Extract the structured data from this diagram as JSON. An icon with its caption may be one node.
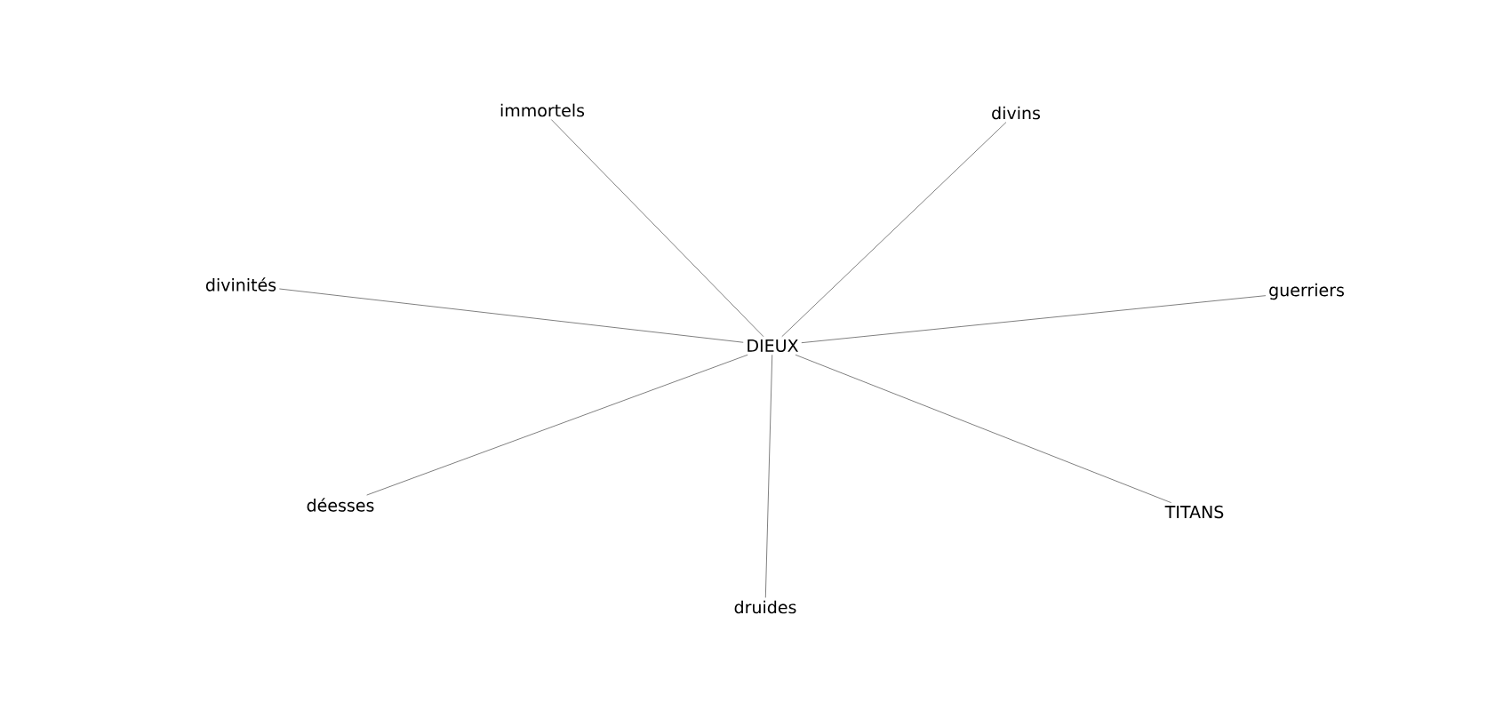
{
  "diagram": {
    "nodes": [
      {
        "text": [
          "immortels"
        ]
      },
      {
        "text": [
          "divins"
        ]
      },
      {
        "text": [
          "divinités"
        ]
      },
      {
        "text": [
          "guerriers"
        ]
      },
      {
        "text": [
          "DIEUX"
        ]
      },
      {
        "text": [
          "déesses"
        ]
      },
      {
        "text": [
          "TITANS"
        ]
      },
      {
        "text": [
          "druides"
        ]
      }
    ],
    "edges": [
      {
        "from": 4,
        "to": 0,
        "arrow": "none"
      },
      {
        "from": 4,
        "to": 1,
        "arrow": "none"
      },
      {
        "from": 4,
        "to": 2,
        "arrow": "none"
      },
      {
        "from": 4,
        "to": 3,
        "arrow": "none"
      },
      {
        "from": 4,
        "to": 5,
        "arrow": "none"
      },
      {
        "from": 4,
        "to": 6,
        "arrow": "none"
      },
      {
        "from": 4,
        "to": 7,
        "arrow": "none"
      }
    ]
  }
}
